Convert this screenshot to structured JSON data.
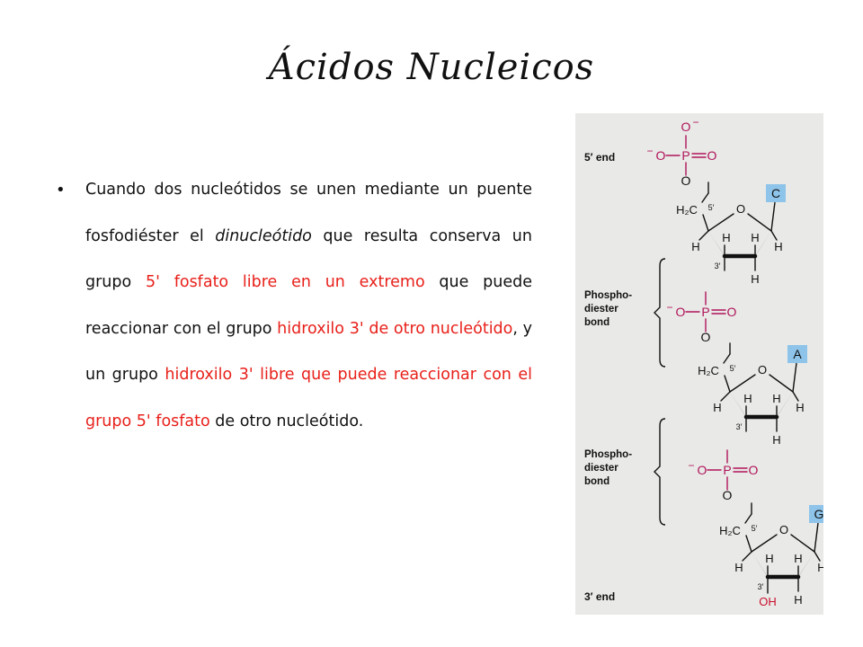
{
  "title": "Ácidos Nucleicos",
  "bullet": {
    "p1": "Cuando dos nucleótidos se unen mediante un puente fosfodiéster el ",
    "dinucleotido": "dinucleótido",
    "p2": " que resulta conserva un grupo ",
    "r1": "5' fosfato libre en un extremo",
    "p3": " que puede reaccionar con el grupo ",
    "r2": "hidroxilo 3' de otro nucleótido",
    "p4": ", y un grupo ",
    "r3": "hidroxilo 3' libre que puede reaccionar con el grupo 5' fosfato",
    "p5": " de otro nucleótido."
  },
  "figure": {
    "five_end": "5′ end",
    "three_end": "3′ end",
    "bond_label_1": "Phospho-",
    "bond_label_2": "diester",
    "bond_label_3": "bond",
    "bases": [
      "C",
      "A",
      "G"
    ],
    "atoms": {
      "o_minus": "O",
      "minus": "−",
      "o": "O",
      "p": "P",
      "h": "H",
      "h2c": "H₂C",
      "five_prime": "5′",
      "three_prime": "3′",
      "oh": "OH",
      "eq": "="
    },
    "colors": {
      "phosphate": "#b0145a",
      "base_box": "#8ec4ea",
      "oh_red": "#c8102e",
      "bond": "#111111"
    }
  }
}
